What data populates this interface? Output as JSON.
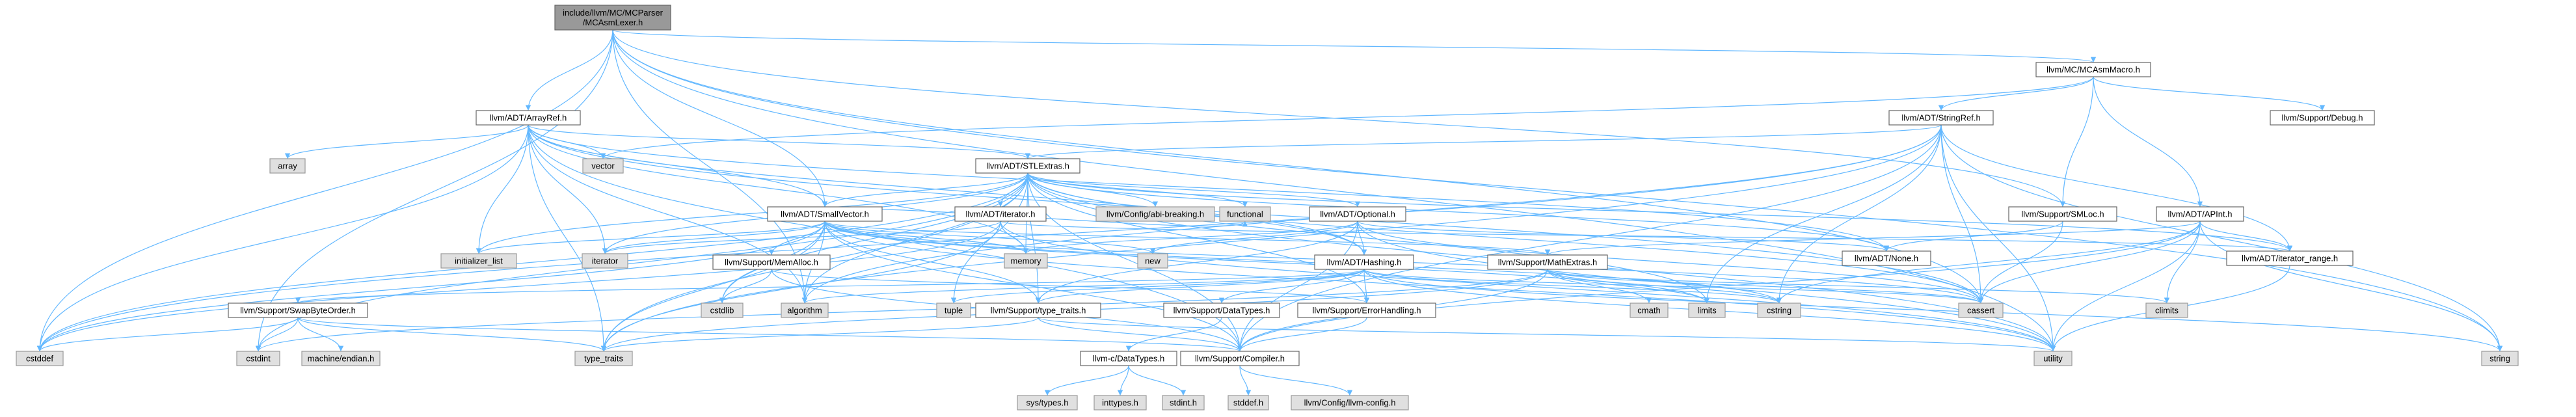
{
  "graph": {
    "root": "llvm/MC/MCParser/MCAsmLexer.h",
    "nodes": [
      {
        "id": "root",
        "label": "include/llvm/MC/MCParser/MCAsmLexer.h",
        "lines": [
          "include/llvm/MC/MCParser",
          "/MCAsmLexer.h"
        ],
        "kind": "root"
      },
      {
        "id": "arrayref",
        "label": "llvm/ADT/ArrayRef.h",
        "kind": "hdr"
      },
      {
        "id": "mcasmmacro",
        "label": "llvm/MC/MCAsmMacro.h",
        "kind": "hdr"
      },
      {
        "id": "stringref",
        "label": "llvm/ADT/StringRef.h",
        "kind": "hdr"
      },
      {
        "id": "debug",
        "label": "llvm/Support/Debug.h",
        "kind": "hdr"
      },
      {
        "id": "stlextras",
        "label": "llvm/ADT/STLExtras.h",
        "kind": "hdr"
      },
      {
        "id": "smallvector",
        "label": "llvm/ADT/SmallVector.h",
        "kind": "hdr"
      },
      {
        "id": "iteratorh",
        "label": "llvm/ADT/iterator.h",
        "kind": "hdr"
      },
      {
        "id": "optional",
        "label": "llvm/ADT/Optional.h",
        "kind": "hdr"
      },
      {
        "id": "smloc",
        "label": "llvm/Support/SMLoc.h",
        "kind": "hdr"
      },
      {
        "id": "apint",
        "label": "llvm/ADT/APInt.h",
        "kind": "hdr"
      },
      {
        "id": "hashing",
        "label": "llvm/ADT/Hashing.h",
        "kind": "hdr"
      },
      {
        "id": "memalloc",
        "label": "llvm/Support/MemAlloc.h",
        "kind": "hdr"
      },
      {
        "id": "mathextras",
        "label": "llvm/Support/MathExtras.h",
        "kind": "hdr"
      },
      {
        "id": "iterrange",
        "label": "llvm/ADT/iterator_range.h",
        "kind": "hdr"
      },
      {
        "id": "none",
        "label": "llvm/ADT/None.h",
        "kind": "hdr"
      },
      {
        "id": "swapbyte",
        "label": "llvm/Support/SwapByteOrder.h",
        "kind": "hdr"
      },
      {
        "id": "typetraitsh",
        "label": "llvm/Support/type_traits.h",
        "kind": "hdr"
      },
      {
        "id": "datatypes",
        "label": "llvm/Support/DataTypes.h",
        "kind": "hdr"
      },
      {
        "id": "errorhandling",
        "label": "llvm/Support/ErrorHandling.h",
        "kind": "hdr"
      },
      {
        "id": "cdatatypes",
        "label": "llvm-c/DataTypes.h",
        "kind": "hdr"
      },
      {
        "id": "compiler",
        "label": "llvm/Support/Compiler.h",
        "kind": "hdr"
      },
      {
        "id": "abibreaking",
        "label": "llvm/Config/abi-breaking.h",
        "kind": "sys"
      },
      {
        "id": "llvmconfig",
        "label": "llvm/Config/llvm-config.h",
        "kind": "sys"
      },
      {
        "id": "array",
        "label": "array",
        "kind": "sys"
      },
      {
        "id": "vector",
        "label": "vector",
        "kind": "sys"
      },
      {
        "id": "initlist",
        "label": "initializer_list",
        "kind": "sys"
      },
      {
        "id": "iterator",
        "label": "iterator",
        "kind": "sys"
      },
      {
        "id": "memory",
        "label": "memory",
        "kind": "sys"
      },
      {
        "id": "functional",
        "label": "functional",
        "kind": "sys"
      },
      {
        "id": "new",
        "label": "new",
        "kind": "sys"
      },
      {
        "id": "cstdlib",
        "label": "cstdlib",
        "kind": "sys"
      },
      {
        "id": "algorithm",
        "label": "algorithm",
        "kind": "sys"
      },
      {
        "id": "tuple",
        "label": "tuple",
        "kind": "sys"
      },
      {
        "id": "cmath",
        "label": "cmath",
        "kind": "sys"
      },
      {
        "id": "limits",
        "label": "limits",
        "kind": "sys"
      },
      {
        "id": "cstring",
        "label": "cstring",
        "kind": "sys"
      },
      {
        "id": "cassert",
        "label": "cassert",
        "kind": "sys"
      },
      {
        "id": "climits",
        "label": "climits",
        "kind": "sys"
      },
      {
        "id": "cstddef",
        "label": "cstddef",
        "kind": "sys"
      },
      {
        "id": "cstdint",
        "label": "cstdint",
        "kind": "sys"
      },
      {
        "id": "machineendian",
        "label": "machine/endian.h",
        "kind": "sys"
      },
      {
        "id": "typetraits",
        "label": "type_traits",
        "kind": "sys"
      },
      {
        "id": "utility",
        "label": "utility",
        "kind": "sys"
      },
      {
        "id": "string",
        "label": "string",
        "kind": "sys"
      },
      {
        "id": "systypes",
        "label": "sys/types.h",
        "kind": "sys"
      },
      {
        "id": "inttypes",
        "label": "inttypes.h",
        "kind": "sys"
      },
      {
        "id": "stdint",
        "label": "stdint.h",
        "kind": "sys"
      },
      {
        "id": "stddef",
        "label": "stddef.h",
        "kind": "sys"
      }
    ],
    "edges": [
      [
        "root",
        "arrayref"
      ],
      [
        "root",
        "mcasmmacro"
      ],
      [
        "root",
        "smallvector"
      ],
      [
        "root",
        "smloc"
      ],
      [
        "root",
        "algorithm"
      ],
      [
        "root",
        "cassert"
      ],
      [
        "root",
        "cstddef"
      ],
      [
        "root",
        "cstdint"
      ],
      [
        "root",
        "string"
      ],
      [
        "root",
        "utility"
      ],
      [
        "mcasmmacro",
        "apint"
      ],
      [
        "mcasmmacro",
        "stringref"
      ],
      [
        "mcasmmacro",
        "smloc"
      ],
      [
        "mcasmmacro",
        "debug"
      ],
      [
        "mcasmmacro",
        "vector"
      ],
      [
        "arrayref",
        "stlextras"
      ],
      [
        "arrayref",
        "smallvector"
      ],
      [
        "arrayref",
        "hashing"
      ],
      [
        "arrayref",
        "none"
      ],
      [
        "arrayref",
        "compiler"
      ],
      [
        "arrayref",
        "algorithm"
      ],
      [
        "arrayref",
        "array"
      ],
      [
        "arrayref",
        "cassert"
      ],
      [
        "arrayref",
        "cstddef"
      ],
      [
        "arrayref",
        "initlist"
      ],
      [
        "arrayref",
        "iterator"
      ],
      [
        "arrayref",
        "memory"
      ],
      [
        "arrayref",
        "typetraits"
      ],
      [
        "arrayref",
        "vector"
      ],
      [
        "stringref",
        "stlextras"
      ],
      [
        "stringref",
        "iterrange"
      ],
      [
        "stringref",
        "compiler"
      ],
      [
        "stringref",
        "algorithm"
      ],
      [
        "stringref",
        "cassert"
      ],
      [
        "stringref",
        "cstddef"
      ],
      [
        "stringref",
        "cstring"
      ],
      [
        "stringref",
        "limits"
      ],
      [
        "stringref",
        "string"
      ],
      [
        "stringref",
        "typetraits"
      ],
      [
        "stringref",
        "utility"
      ],
      [
        "stlextras",
        "optional"
      ],
      [
        "stlextras",
        "iteratorh"
      ],
      [
        "stlextras",
        "iterrange"
      ],
      [
        "stlextras",
        "abibreaking"
      ],
      [
        "stlextras",
        "errorhandling"
      ],
      [
        "stlextras",
        "algorithm"
      ],
      [
        "stlextras",
        "cassert"
      ],
      [
        "stlextras",
        "cstddef"
      ],
      [
        "stlextras",
        "cstdint"
      ],
      [
        "stlextras",
        "cstdlib"
      ],
      [
        "stlextras",
        "functional"
      ],
      [
        "stlextras",
        "initlist"
      ],
      [
        "stlextras",
        "iterator"
      ],
      [
        "stlextras",
        "limits"
      ],
      [
        "stlextras",
        "memory"
      ],
      [
        "stlextras",
        "tuple"
      ],
      [
        "stlextras",
        "typetraits"
      ],
      [
        "stlextras",
        "utility"
      ],
      [
        "stlextras",
        "smallvector"
      ],
      [
        "stlextras",
        "hashing"
      ],
      [
        "stlextras",
        "none"
      ],
      [
        "stlextras",
        "typetraitsh"
      ],
      [
        "stlextras",
        "compiler"
      ],
      [
        "smallvector",
        "compiler"
      ],
      [
        "smallvector",
        "memalloc"
      ],
      [
        "smallvector",
        "typetraitsh"
      ],
      [
        "smallvector",
        "algorithm"
      ],
      [
        "smallvector",
        "cassert"
      ],
      [
        "smallvector",
        "cstddef"
      ],
      [
        "smallvector",
        "cstdlib"
      ],
      [
        "smallvector",
        "cstring"
      ],
      [
        "smallvector",
        "functional"
      ],
      [
        "smallvector",
        "initlist"
      ],
      [
        "smallvector",
        "iterator"
      ],
      [
        "smallvector",
        "limits"
      ],
      [
        "smallvector",
        "memory"
      ],
      [
        "smallvector",
        "new"
      ],
      [
        "smallvector",
        "typetraits"
      ],
      [
        "smallvector",
        "utility"
      ],
      [
        "smallvector",
        "mathextras"
      ],
      [
        "iteratorh",
        "iterrange"
      ],
      [
        "iteratorh",
        "cstddef"
      ],
      [
        "iteratorh",
        "iterator"
      ],
      [
        "iteratorh",
        "typetraits"
      ],
      [
        "iteratorh",
        "utility"
      ],
      [
        "iteratorh",
        "memory"
      ],
      [
        "optional",
        "hashing"
      ],
      [
        "optional",
        "none"
      ],
      [
        "optional",
        "compiler"
      ],
      [
        "optional",
        "typetraitsh"
      ],
      [
        "optional",
        "cassert"
      ],
      [
        "optional",
        "memory"
      ],
      [
        "optional",
        "new"
      ],
      [
        "optional",
        "utility"
      ],
      [
        "smloc",
        "none"
      ],
      [
        "smloc",
        "cassert"
      ],
      [
        "apint",
        "mathextras"
      ],
      [
        "apint",
        "cassert"
      ],
      [
        "apint",
        "climits"
      ],
      [
        "apint",
        "cstring"
      ],
      [
        "apint",
        "utility"
      ],
      [
        "apint",
        "iterrange"
      ],
      [
        "apint",
        "string"
      ],
      [
        "apint",
        "compiler"
      ],
      [
        "hashing",
        "errorhandling"
      ],
      [
        "hashing",
        "swapbyte"
      ],
      [
        "hashing",
        "typetraitsh"
      ],
      [
        "hashing",
        "datatypes"
      ],
      [
        "hashing",
        "algorithm"
      ],
      [
        "hashing",
        "cassert"
      ],
      [
        "hashing",
        "cstring"
      ],
      [
        "hashing",
        "string"
      ],
      [
        "hashing",
        "tuple"
      ],
      [
        "hashing",
        "utility"
      ],
      [
        "memalloc",
        "compiler"
      ],
      [
        "memalloc",
        "errorhandling"
      ],
      [
        "memalloc",
        "cstdlib"
      ],
      [
        "mathextras",
        "compiler"
      ],
      [
        "mathextras",
        "cassert"
      ],
      [
        "mathextras",
        "climits"
      ],
      [
        "mathextras",
        "cmath"
      ],
      [
        "mathextras",
        "cstdint"
      ],
      [
        "mathextras",
        "cstring"
      ],
      [
        "mathextras",
        "limits"
      ],
      [
        "mathextras",
        "typetraits"
      ],
      [
        "iterrange",
        "utility"
      ],
      [
        "swapbyte",
        "compiler"
      ],
      [
        "swapbyte",
        "cstddef"
      ],
      [
        "swapbyte",
        "cstdint"
      ],
      [
        "swapbyte",
        "typetraits"
      ],
      [
        "swapbyte",
        "machineendian"
      ],
      [
        "typetraitsh",
        "compiler"
      ],
      [
        "typetraitsh",
        "typetraits"
      ],
      [
        "typetraitsh",
        "utility"
      ],
      [
        "datatypes",
        "cdatatypes"
      ],
      [
        "errorhandling",
        "compiler"
      ],
      [
        "cdatatypes",
        "inttypes"
      ],
      [
        "cdatatypes",
        "systypes"
      ],
      [
        "cdatatypes",
        "stdint"
      ],
      [
        "compiler",
        "llvmconfig"
      ],
      [
        "compiler",
        "stddef"
      ]
    ]
  }
}
